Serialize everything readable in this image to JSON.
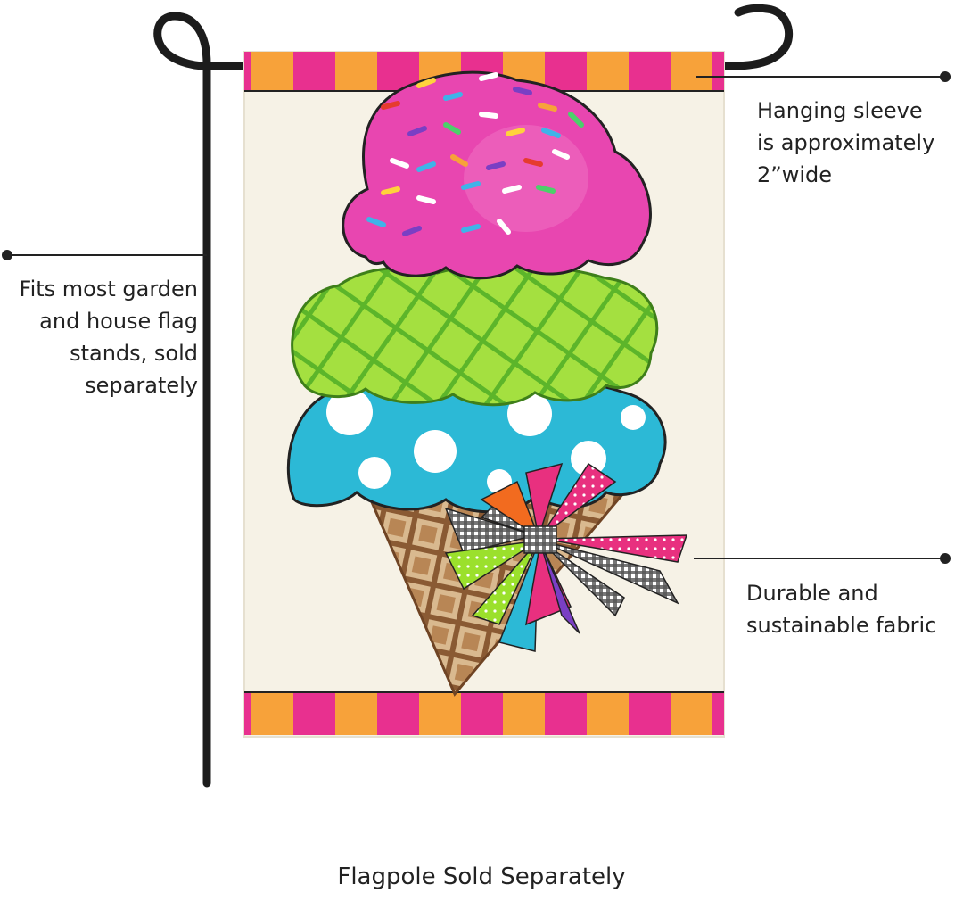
{
  "callouts": {
    "sleeve": "Hanging sleeve\nis approximately\n2”wide",
    "stand": "Fits most garden\nand house flag\nstands, sold\nseparately",
    "fabric": "Durable and\nsustainable fabric"
  },
  "caption": "Flagpole Sold Separately",
  "colors": {
    "stripe_pink": "#e8308f",
    "stripe_orange": "#f7a23a",
    "flag_bg": "#f6f2e6",
    "scoop_pink": "#e846b0",
    "scoop_green": "#96d636",
    "scoop_blue": "#2cb9d6",
    "cone": "#c4935e",
    "pole": "#1c1c1c"
  }
}
